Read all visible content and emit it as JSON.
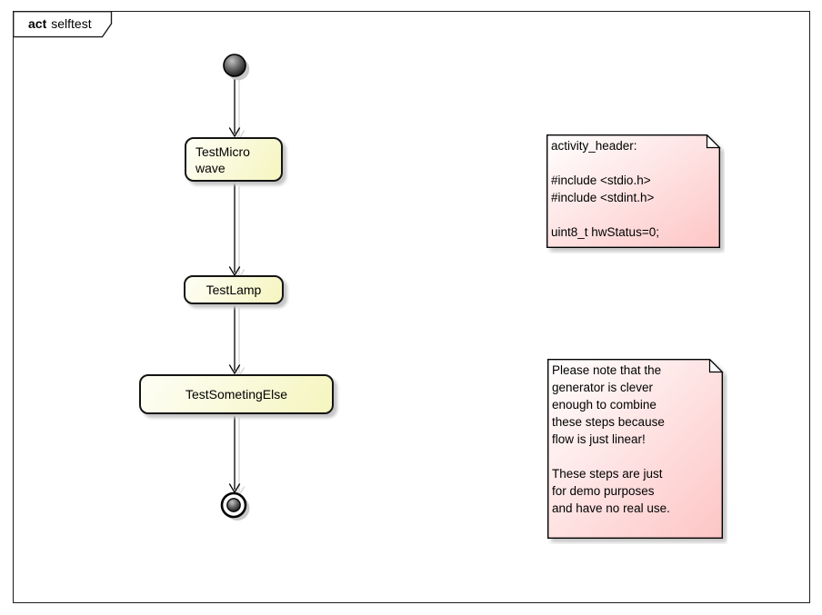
{
  "frame": {
    "kind_label": "act",
    "title": "selftest"
  },
  "activity": {
    "nodes": [
      {
        "id": "initial",
        "type": "initial-node"
      },
      {
        "id": "action-1",
        "type": "action",
        "label": "TestMicro\nwave"
      },
      {
        "id": "action-2",
        "type": "action",
        "label": "TestLamp"
      },
      {
        "id": "action-3",
        "type": "action",
        "label": "TestSometingElse"
      },
      {
        "id": "final",
        "type": "activity-final-node"
      }
    ],
    "edges": [
      {
        "from": "initial",
        "to": "action-1"
      },
      {
        "from": "action-1",
        "to": "action-2"
      },
      {
        "from": "action-2",
        "to": "action-3"
      },
      {
        "from": "action-3",
        "to": "final"
      }
    ]
  },
  "notes": [
    {
      "text": "activity_header:\n\n#include <stdio.h>\n#include <stdint.h>\n\nuint8_t hwStatus=0;"
    },
    {
      "text": "Please note that the\ngenerator is clever\nenough to combine\nthese steps because\nflow is just linear!\n\nThese steps are just\nfor demo purposes\nand have no real use."
    }
  ],
  "colors": {
    "action_fill_start": "#fefef6",
    "action_fill_end": "#f5f5bf",
    "note_fill_start": "#ffffff",
    "note_fill_end": "#fdc5c5",
    "border": "#000000",
    "shadow": "#c6c6c6"
  }
}
